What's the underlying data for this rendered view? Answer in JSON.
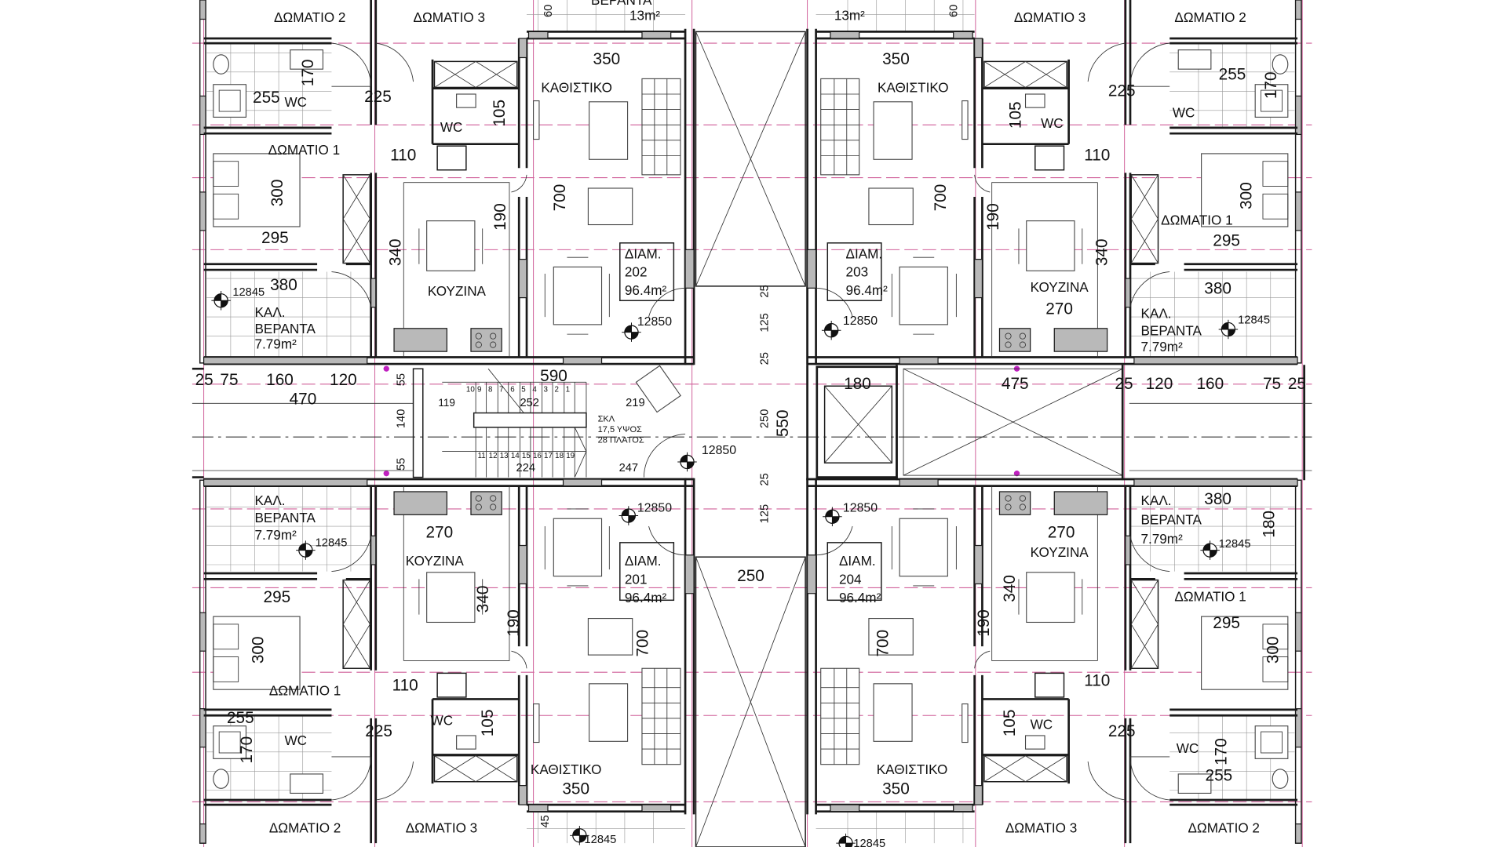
{
  "rooms": {
    "bedroom_1": "ΔΩΜΑΤΙΟ 1",
    "bedroom_2": "ΔΩΜΑΤΙΟ 2",
    "bedroom_3": "ΔΩΜΑΤΙΟ 3",
    "kitchen": "ΚΟΥΖΙΝΑ",
    "living_room": "ΚΑΘΙΣΤΙΚΟ",
    "wc": "WC",
    "veranda_prefix": "ΚΑΛ.",
    "veranda": "ΒΕΡΑΝΤΑ",
    "veranda_area": "7.79m²",
    "front_veranda_area": "13m²"
  },
  "apartments": [
    {
      "label": "ΔΙΑΜ.",
      "number": "202",
      "area": "96.4m²"
    },
    {
      "label": "ΔΙΑΜ.",
      "number": "203",
      "area": "96.4m²"
    },
    {
      "label": "ΔΙΑΜ.",
      "number": "201",
      "area": "96.4m²"
    },
    {
      "label": "ΔΙΑΜ.",
      "number": "204",
      "area": "96.4m²"
    }
  ],
  "levels": {
    "floor": "12850",
    "veranda": "12845"
  },
  "stair": {
    "label": "ΣΚΛ",
    "riser": "17,5 ΥΨΟΣ",
    "tread": "28 ΠΛΑΤΟΣ",
    "steps_upper": [
      "10",
      "9",
      "8",
      "7",
      "6",
      "5",
      "4",
      "3",
      "2",
      "1"
    ],
    "steps_lower": [
      "11",
      "12",
      "13",
      "14",
      "15",
      "16",
      "17",
      "18",
      "19"
    ]
  },
  "dims": {
    "top_left": [
      "60",
      "350",
      "170",
      "255",
      "225",
      "105",
      "110",
      "300",
      "700",
      "190",
      "295",
      "340",
      "380"
    ],
    "top_right": [
      "60",
      "350",
      "255",
      "170",
      "225",
      "105",
      "110",
      "700",
      "190",
      "300",
      "295",
      "340",
      "380",
      "270"
    ],
    "bottom_left": [
      "270",
      "295",
      "340",
      "300",
      "190",
      "700",
      "110",
      "255",
      "105",
      "225",
      "170",
      "350",
      "45"
    ],
    "bottom_right": [
      "380",
      "180",
      "270",
      "340",
      "295",
      "190",
      "700",
      "300",
      "110",
      "105",
      "225",
      "170",
      "255",
      "350"
    ],
    "corridor_left": [
      "25",
      "75",
      "160",
      "120",
      "470",
      "55",
      "140",
      "55",
      "590",
      "119",
      "252",
      "219",
      "224",
      "247"
    ],
    "corridor_right": [
      "180",
      "475",
      "25",
      "120",
      "160",
      "75",
      "25"
    ],
    "core": [
      "25",
      "125",
      "25",
      "250",
      "550",
      "25",
      "125",
      "250"
    ]
  }
}
